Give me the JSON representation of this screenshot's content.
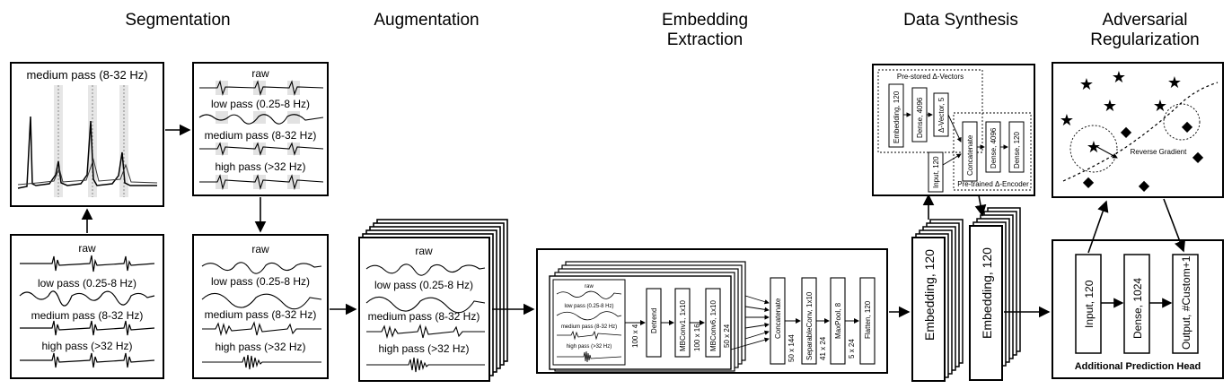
{
  "stages": [
    {
      "title": "Segmentation"
    },
    {
      "title": "Augmentation"
    },
    {
      "title": "Embedding\nExtraction",
      "line1": "Embedding",
      "line2": "Extraction"
    },
    {
      "title": "Data Synthesis"
    },
    {
      "title": "Adversarial\nRegularization",
      "line1": "Adversarial",
      "line2": "Regularization"
    }
  ],
  "signal_labels": {
    "raw": "raw",
    "low": "low pass (0.25-8 Hz)",
    "medium": "medium pass (8-32 Hz)",
    "high": "high pass (>32 Hz)"
  },
  "segment_overlay": {
    "title": "medium pass (8-32 Hz)"
  },
  "embedding_net": {
    "input_shape": "100 x 4",
    "layers": [
      {
        "name": "Detrend",
        "shape": ""
      },
      {
        "name": "MBConv1, 1x10",
        "shape": "100 x 16"
      },
      {
        "name": "MBConv6, 1x10",
        "shape": "50 x 24"
      },
      {
        "name": "Concatenate",
        "shape": "50 x 144"
      },
      {
        "name": "SeparableConv, 1x10",
        "shape": "41 x 24"
      },
      {
        "name": "MaxPool, 8",
        "shape": "5 x 24"
      },
      {
        "name": "Flatten, 120",
        "shape": ""
      }
    ]
  },
  "embedding_stacks": [
    {
      "label": "Embedding, 120"
    },
    {
      "label": "Embedding, 120"
    }
  ],
  "synthesis": {
    "prestored_title": "Pre-stored Δ-Vectors",
    "encoder_title": "Pre-trained Δ-Encoder",
    "blocks": {
      "embedding": "Embedding, 120",
      "dense_a": "Dense, 4096",
      "delta": "Δ-Vector, 5",
      "input": "Input, 120",
      "concat": "Concatenate",
      "dense_b": "Dense, 4096",
      "dense_c": "Dense, 120"
    }
  },
  "adversarial": {
    "caption": "Reverse Gradient"
  },
  "head": {
    "blocks": [
      "Input, 120",
      "Dense, 1024",
      "Output, #Custom+1"
    ],
    "caption": "Additional Prediction Head"
  }
}
